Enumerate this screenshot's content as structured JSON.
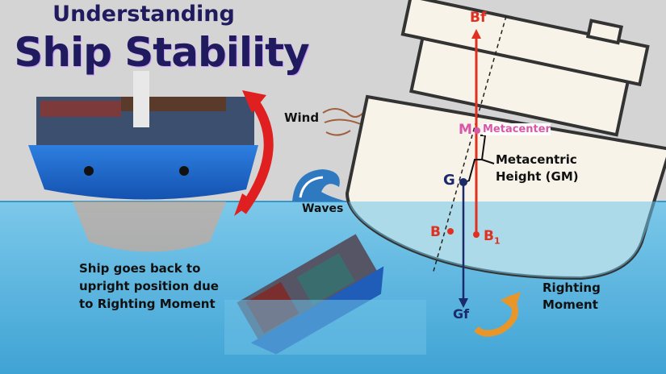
{
  "title": {
    "line1": "Understanding",
    "line2": "Ship Stability"
  },
  "labels": {
    "bf": "Bf",
    "wind": "Wind",
    "m": "M",
    "metacenter": "Metacenter",
    "gm_line1": "Metacentric",
    "gm_line2": "Height (GM)",
    "g": "G",
    "waves": "Waves",
    "b": "B",
    "b1": "B",
    "b1_sub": "1",
    "gf": "Gf",
    "righting_line1": "Righting",
    "righting_line2": "Moment"
  },
  "caption": [
    "Ship goes back to",
    "upright position due",
    "to Righting Moment"
  ],
  "colors": {
    "title": "#1f1b5e",
    "buoyancy": "#e03020",
    "gravity": "#1b2a6b",
    "metacenter": "#d957a8",
    "water": "#5db6de",
    "sky": "#d4d4d4"
  }
}
